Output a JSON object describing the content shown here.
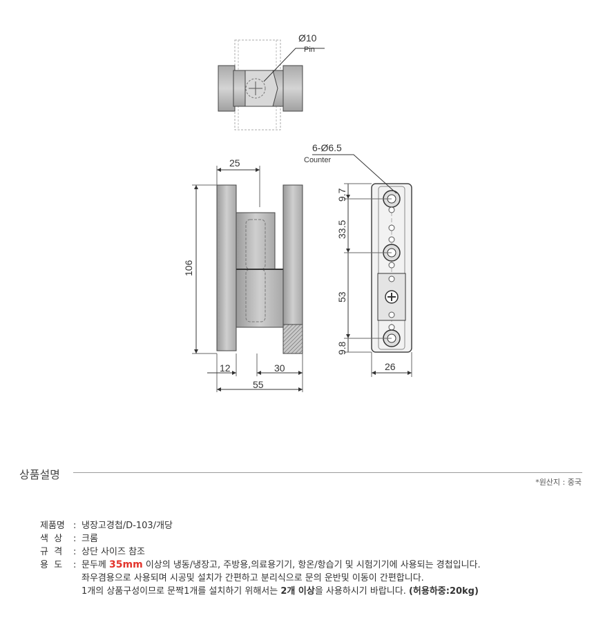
{
  "drawing": {
    "pin_dim": "Ø10",
    "pin_label": "Pin",
    "counter_dim": "6-Ø6.5",
    "counter_label": "Counter",
    "dims": {
      "width_top": "25",
      "height": "106",
      "bottom_left": "12",
      "bottom_right": "30",
      "overall": "55",
      "pitch1": "9.7",
      "pitch2": "33.5",
      "pitch3": "53",
      "pitch4": "9.8",
      "plate_width": "26"
    }
  },
  "section": {
    "title": "상품설명",
    "origin": "*원산지 : 중국"
  },
  "specs": {
    "sep": ":",
    "name_label": "제품명",
    "name_value": "냉장고경첩/D-103/개당",
    "color_label": "색  상",
    "color_value": "크롬",
    "size_label": "규  격",
    "size_value": "상단 사이즈 참조",
    "use_label": "용  도",
    "use_line1_a": "문두께 ",
    "use_line1_b": "35mm",
    "use_line1_c": " 이상의 냉동/냉장고, 주방용,의료용기기, 항온/항습기 및 시험기기에 사용되는 경첩입니다.",
    "use_line2": "좌우겸용으로 사용되며 시공및 설치가 간편하고 분리식으로 문의 운반및 이동이 간편합니다.",
    "use_line3_a": "1개의 상품구성이므로 문짝1개를 설치하기 위해서는 ",
    "use_line3_b": "2개 이상",
    "use_line3_c": "을 사용하시기 바랍니다. ",
    "use_line3_d": "(허용하중:20kg)"
  }
}
